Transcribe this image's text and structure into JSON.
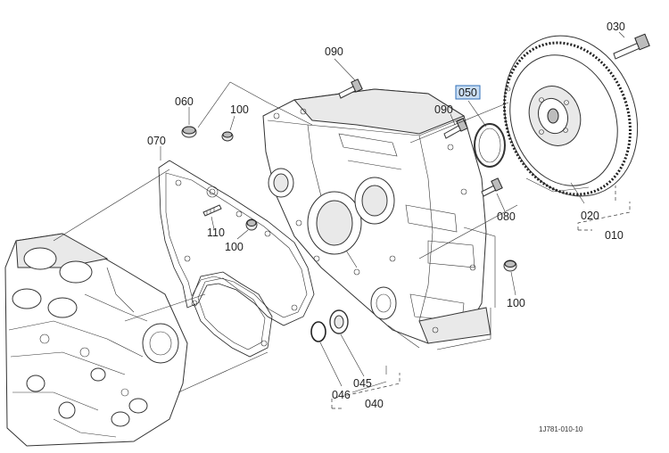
{
  "diagram": {
    "highlighted_part": "050",
    "ref_code": "1J781-010-10",
    "labels": {
      "p030": "030",
      "p050": "050",
      "p090a": "090",
      "p090b": "090",
      "p060": "060",
      "p100a": "100",
      "p070": "070",
      "p080": "080",
      "p020": "020",
      "p010": "010",
      "p110": "110",
      "p100b": "100",
      "p100c": "100",
      "p046": "046",
      "p045": "045",
      "p040": "040"
    },
    "colors": {
      "highlight_fill": "#c9ddf3",
      "highlight_stroke": "#2f6fb8",
      "line": "#222222"
    }
  }
}
